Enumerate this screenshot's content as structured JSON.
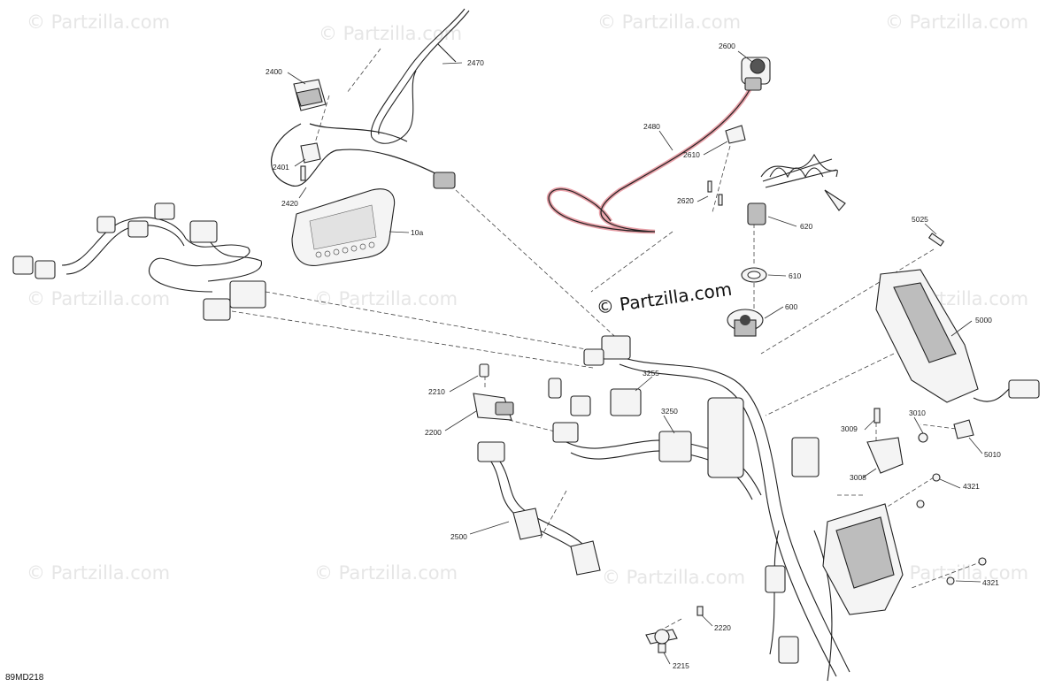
{
  "watermark": {
    "main": "© Partzilla.com",
    "repeat": "© Partzilla.com"
  },
  "diagram_code": "89MD218",
  "callouts": {
    "c2400": "2400",
    "c2470": "2470",
    "c2401": "2401",
    "c2420": "2420",
    "c10a": "10a",
    "c2600": "2600",
    "c2480": "2480",
    "c2610": "2610",
    "c2620": "2620",
    "c620": "620",
    "c5025": "5025",
    "c610": "610",
    "c600": "600",
    "c5000": "5000",
    "c3255": "3255",
    "c2210": "2210",
    "c2200": "2200",
    "c3250": "3250",
    "c3009": "3009",
    "c3010": "3010",
    "c5010": "5010",
    "c3008": "3008",
    "c4321a": "4321",
    "c2500": "2500",
    "c4321b": "4321",
    "c2220": "2220",
    "c2215": "2215"
  },
  "colors": {
    "highlight_wire": "#e8a0a8",
    "line": "#222222",
    "watermark": "#e6e6e6"
  }
}
